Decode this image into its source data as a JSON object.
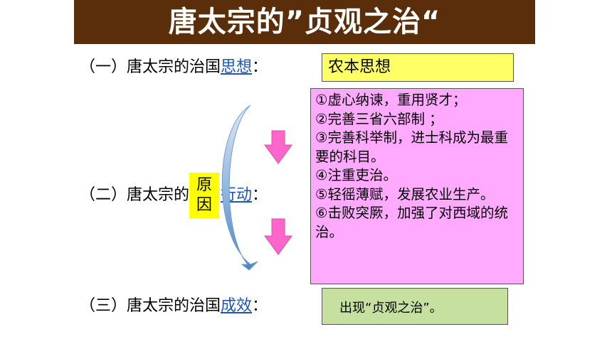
{
  "title": "唐太宗的”贞观之治“",
  "sections": [
    {
      "prefix": "（一）唐太宗的治国",
      "link": "思想",
      "suffix": "："
    },
    {
      "prefix": "（二）唐太宗的治国",
      "link": "行动",
      "suffix": "："
    },
    {
      "prefix": "（三）唐太宗的治国",
      "link": "成效",
      "suffix": "："
    }
  ],
  "thought_box": "农本思想",
  "actions": [
    "①虚心纳谏，重用贤才；",
    "②完善三省六部制 ；",
    "③完善科举制，进士科成为最重要的科目。",
    "④注重吏治。",
    "⑤轻徭薄赋，发展农业生产。",
    "⑥击败突厥，加强了对西域的统治。"
  ],
  "result_box": "出现“贞观之治”。",
  "reason_label": {
    "line1": "原",
    "line2": "因"
  },
  "colors": {
    "title_bg": "#5a2e0a",
    "link": "#1d56b8",
    "thought_bg": "#ffff66",
    "actions_bg": "#ffaaff",
    "result_bg": "#c6e0a0",
    "reason_bg": "#ffff00",
    "arrow_pink": "#ff66cc",
    "curve_blue": "#4a86c6"
  }
}
